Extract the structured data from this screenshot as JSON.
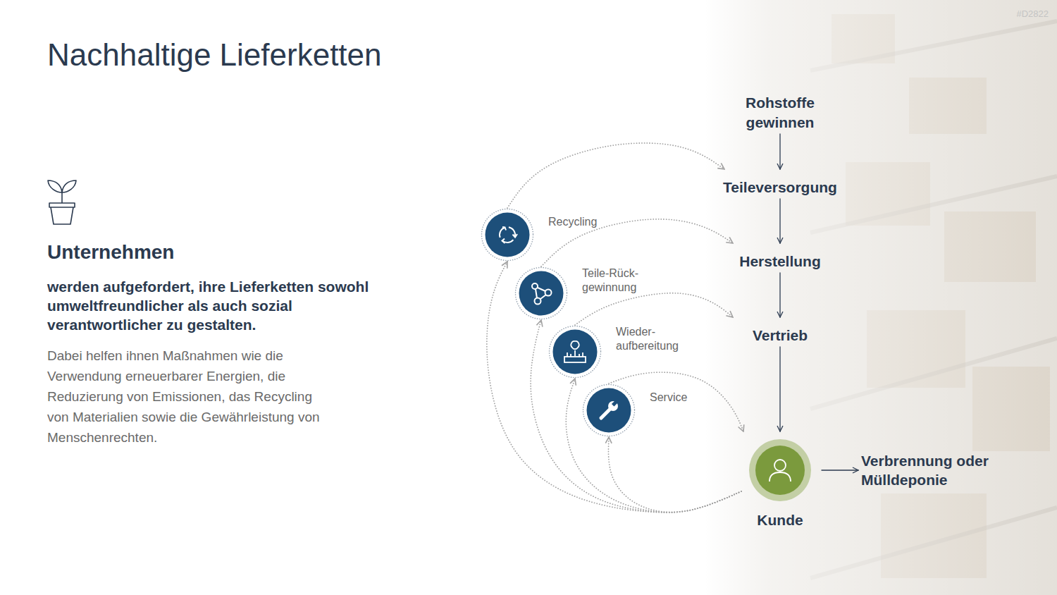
{
  "diagram": {
    "title": "Nachhaltige Lieferketten",
    "nodes": [
      {
        "text": [
          "Rohstoffe gewinnen"
        ]
      },
      {
        "text": [
          "Teileversorgung"
        ]
      },
      {
        "text": [
          "Herstellung"
        ]
      },
      {
        "text": [
          "Vertrieb"
        ]
      },
      {
        "text": [
          "Kunde"
        ]
      },
      {
        "text": [
          "Verbrennung oder Mülldeponie"
        ]
      },
      {
        "text": [
          "Recycling"
        ]
      },
      {
        "text": [
          "Teile-Rück- gewinnung"
        ]
      },
      {
        "text": [
          "Wieder- aufbereitung"
        ]
      },
      {
        "text": [
          "Service"
        ]
      }
    ],
    "edges": [
      {
        "from": 0,
        "to": 1,
        "arrow": "to"
      },
      {
        "from": 1,
        "to": 2,
        "arrow": "to"
      },
      {
        "from": 2,
        "to": 3,
        "arrow": "to"
      },
      {
        "from": 3,
        "to": 4,
        "arrow": "to"
      },
      {
        "from": 4,
        "to": 5,
        "arrow": "to"
      },
      {
        "from": 4,
        "to": 6,
        "arrow": "to"
      },
      {
        "from": 4,
        "to": 7,
        "arrow": "to"
      },
      {
        "from": 4,
        "to": 8,
        "arrow": "to"
      },
      {
        "from": 4,
        "to": 9,
        "arrow": "to"
      },
      {
        "from": 6,
        "to": 1,
        "arrow": "to"
      },
      {
        "from": 7,
        "to": 2,
        "arrow": "to"
      },
      {
        "from": 8,
        "to": 3,
        "arrow": "to"
      },
      {
        "from": 9,
        "to": 4,
        "arrow": "to"
      }
    ],
    "labels": [
      "#D2822",
      "Unternehmen",
      "werden aufgefordert, ihre Lieferketten sowohl umweltfreundlicher als auch sozial verantwortlicher zu gestalten.",
      "Dabei helfen ihnen Maßnahmen wie die Verwendung erneuerbarer Energien, die Reduzierung von Emissionen, das Recycling von Materialien sowie die Gewährleistung von Menschenrechten."
    ]
  }
}
